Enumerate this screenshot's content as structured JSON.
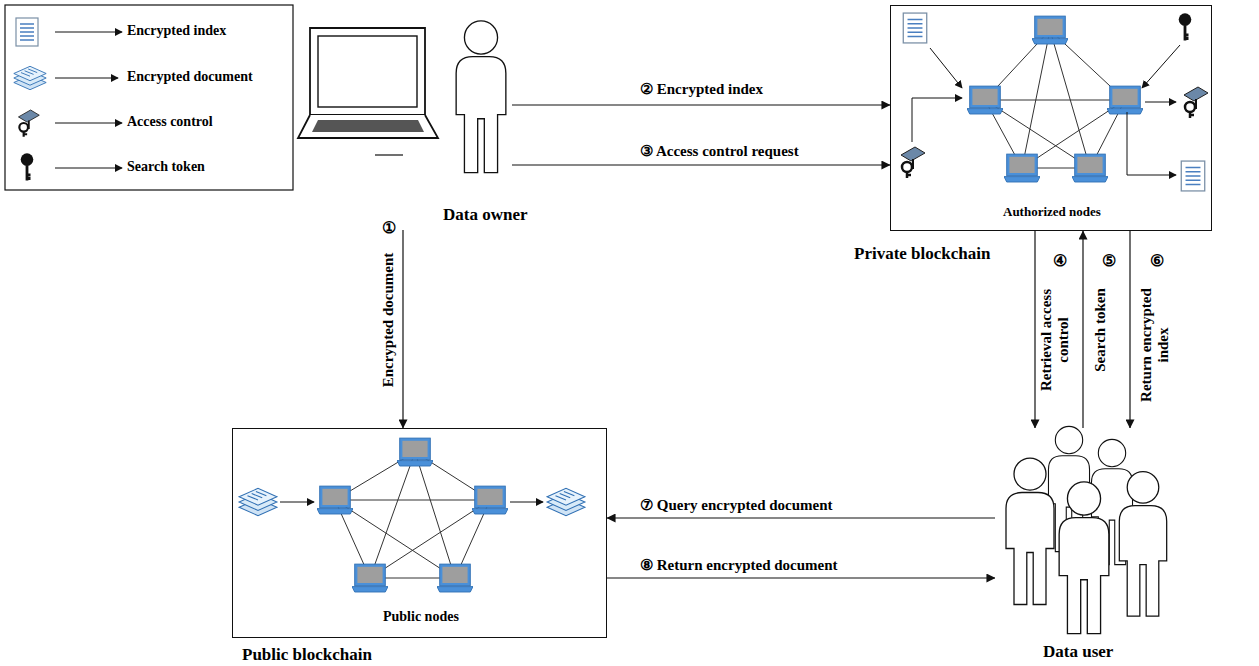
{
  "diagram": {
    "nodes": [
      {
        "text": [
          "Data owner"
        ]
      },
      {
        "text": [
          "Authorized nodes",
          "Private blockchain"
        ]
      },
      {
        "text": [
          "Public nodes",
          "Public blockchain"
        ]
      },
      {
        "text": [
          "Data user"
        ]
      }
    ],
    "edges": [
      {
        "from": 0,
        "to": 2,
        "label": "Encrypted document",
        "arrow": "to"
      },
      {
        "from": 0,
        "to": 1,
        "label": "② Encrypted index",
        "arrow": "to"
      },
      {
        "from": 0,
        "to": 1,
        "label": "③ Access control request",
        "arrow": "to"
      },
      {
        "from": 1,
        "to": 3,
        "label": "Retrieval access control",
        "arrow": "to"
      },
      {
        "from": 3,
        "to": 1,
        "label": "Search token",
        "arrow": "to"
      },
      {
        "from": 1,
        "to": 3,
        "label": "Return encrypted index",
        "arrow": "to"
      },
      {
        "from": 3,
        "to": 2,
        "label": "⑦ Query encrypted document",
        "arrow": "to"
      },
      {
        "from": 2,
        "to": 3,
        "label": "⑧ Return encrypted document",
        "arrow": "to"
      }
    ],
    "labels": [
      "①",
      "④",
      "⑤",
      "⑥"
    ],
    "legend": [
      {
        "text": "Encrypted index"
      },
      {
        "text": "Encrypted document"
      },
      {
        "text": "Access control"
      },
      {
        "text": "Search token"
      }
    ]
  }
}
